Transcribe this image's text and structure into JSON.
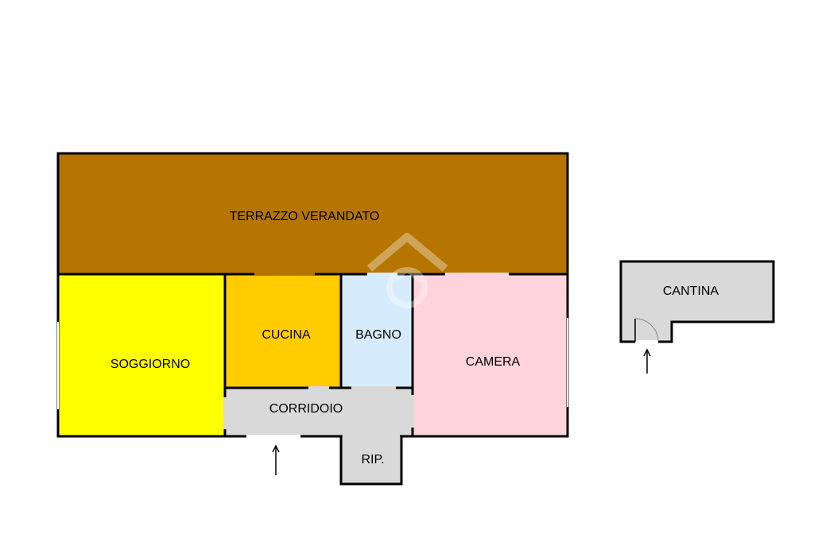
{
  "rooms": {
    "terrazzo": {
      "label": "TERRAZZO VERANDATO",
      "color": "#b67500"
    },
    "soggiorno": {
      "label": "SOGGIORNO",
      "color": "#ffff00"
    },
    "cucina": {
      "label": "CUCINA",
      "color": "#ffcc00"
    },
    "bagno": {
      "label": "BAGNO",
      "color": "#d6ebfb"
    },
    "camera": {
      "label": "CAMERA",
      "color": "#ffd3dc"
    },
    "corridoio": {
      "label": "CORRIDOIO",
      "color": "#d9d9d9"
    },
    "ripostiglio": {
      "label": "RIP.",
      "color": "#d9d9d9"
    },
    "cantina": {
      "label": "CANTINA",
      "color": "#d9d9d9"
    }
  },
  "colors": {
    "wall": "#000000",
    "door_gap": "#ffffff",
    "entrance_arrow": "#000000"
  },
  "icons": {
    "entrance": "up-arrow-icon",
    "door_swing": "door-arc-icon",
    "watermark": "house-logo-icon"
  }
}
